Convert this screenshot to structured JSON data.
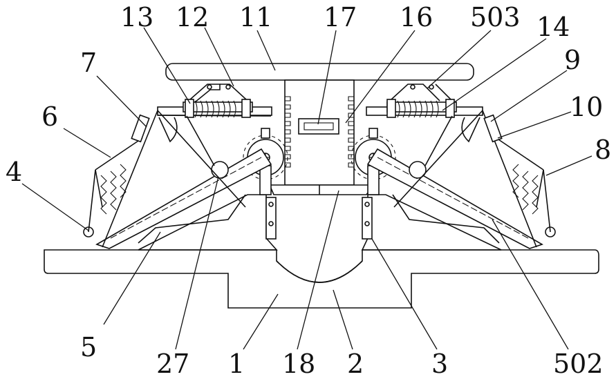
{
  "labels": {
    "l13": "13",
    "l12": "12",
    "l11": "11",
    "l17": "17",
    "l16": "16",
    "l503": "503",
    "l14": "14",
    "l7": "7",
    "l9": "9",
    "l6": "6",
    "l10": "10",
    "l4": "4",
    "l8": "8",
    "l5": "5",
    "l27": "27",
    "l1": "1",
    "l18": "18",
    "l2": "2",
    "l3": "3",
    "l502": "502"
  }
}
